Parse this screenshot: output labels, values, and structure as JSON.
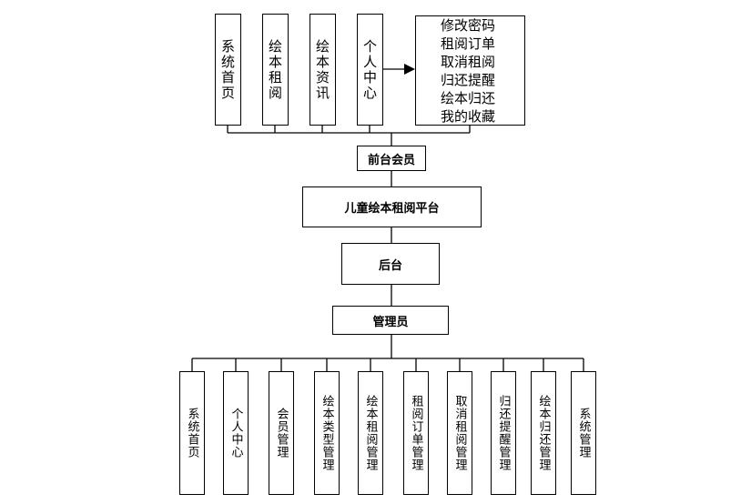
{
  "frontend": {
    "modules": [
      "系统首页",
      "绘本租阅",
      "绘本资讯",
      "个人中心"
    ],
    "personal_center_items": [
      "修改密码",
      "租阅订单",
      "取消租阅",
      "归还提醒",
      "绘本归还",
      "我的收藏"
    ],
    "member_label": "前台会员"
  },
  "platform": {
    "title": "儿童绘本租阅平台"
  },
  "backend": {
    "label": "后台",
    "admin_label": "管理员",
    "modules": [
      "系统首页",
      "个人中心",
      "会员管理",
      "绘本类型管理",
      "绘本租阅管理",
      "租阅订单管理",
      "取消租阅管理",
      "归还提醒管理",
      "绘本归还管理",
      "系统管理"
    ]
  }
}
